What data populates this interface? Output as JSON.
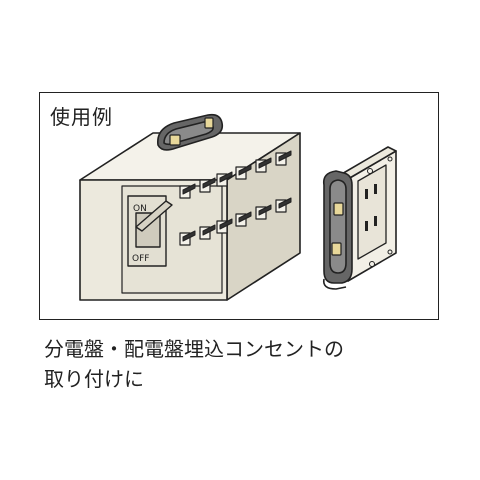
{
  "panel": {
    "label": "使用例",
    "switch_on_label": "ON",
    "switch_off_label": "OFF"
  },
  "caption": {
    "line1": "分電盤・配電盤埋込コンセントの",
    "line2": "取り付けに"
  },
  "icons": [
    "distribution-board",
    "magnetic-holder",
    "wall-outlet"
  ],
  "colors": {
    "outline": "#222222",
    "panel_fill": "#ece9dd",
    "holder_fill": "#666666",
    "outlet_fill": "#f2efe6",
    "background": "#ffffff"
  }
}
